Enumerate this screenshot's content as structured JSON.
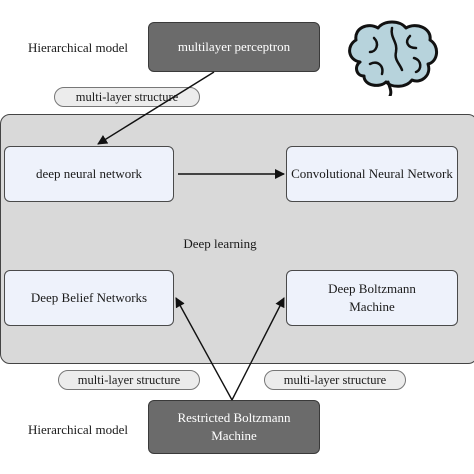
{
  "top": {
    "side_label": "Hierarchical model",
    "box": "multilayer perceptron",
    "connector": "multi-layer structure"
  },
  "icon": "brain-icon",
  "panel": {
    "center_label": "Deep learning",
    "boxes": {
      "dnn": "deep neural network",
      "cnn": "Convolutional Neural Network",
      "dbn": "Deep Belief Networks",
      "dbm": "Deep Boltzmann Machine"
    }
  },
  "bottom": {
    "side_label": "Hierarchical model",
    "box": "Restricted Boltzmann Machine",
    "connector_left": "multi-layer structure",
    "connector_right": "multi-layer structure"
  },
  "colors": {
    "dark_box": "#6b6b6b",
    "panel": "#d9d9d9",
    "light_box": "#eef2fb",
    "brain_fill": "#b7d3dc"
  }
}
